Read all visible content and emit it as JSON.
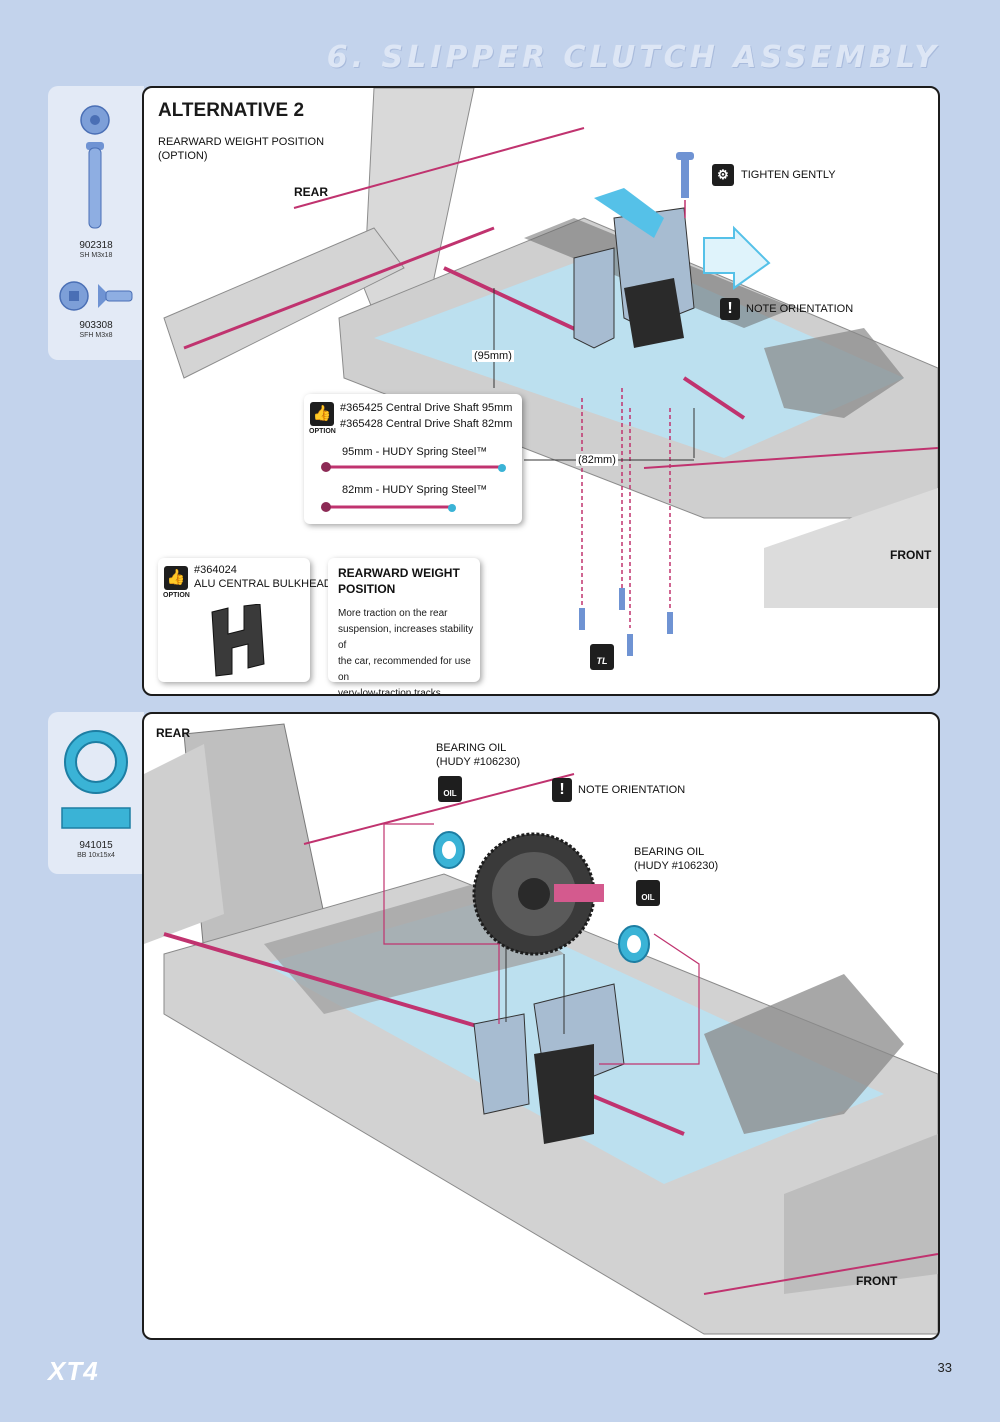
{
  "header": {
    "title": "6. SLIPPER CLUTCH ASSEMBLY"
  },
  "parts_top": [
    {
      "code": "902318",
      "desc": "SH M3x18"
    },
    {
      "code": "903308",
      "desc": "SFH M3x8"
    }
  ],
  "parts_bottom": [
    {
      "code": "941015",
      "desc": "BB 10x15x4"
    }
  ],
  "panel1": {
    "title": "ALTERNATIVE 2",
    "subtitle_line1": "REARWARD WEIGHT POSITION",
    "subtitle_line2": "(OPTION)",
    "rear_label": "REAR",
    "front_label": "FRONT",
    "tighten_label": "TIGHTEN GENTLY",
    "note_label": "NOTE ORIENTATION",
    "dim_95": "(95mm)",
    "dim_82": "(82mm)",
    "option_card": {
      "tag": "OPTION",
      "line1": "#365425 Central Drive Shaft 95mm",
      "line2": "#365428 Central Drive Shaft 82mm",
      "shaft1": "95mm - HUDY Spring Steel™",
      "shaft2": "82mm - HUDY Spring Steel™"
    },
    "bulkhead_card": {
      "tag": "OPTION",
      "code": "#364024",
      "name": "ALU CENTRAL BULKHEAD"
    },
    "weight_card": {
      "title_line1": "REARWARD WEIGHT",
      "title_line2": "POSITION",
      "body": [
        "More traction on the rear",
        "suspension, increases stability of",
        "the car, recommended for use on",
        "very-low-traction tracks."
      ]
    },
    "tl_label": "TL"
  },
  "panel2": {
    "rear_label": "REAR",
    "front_label": "FRONT",
    "oil_left_line1": "BEARING OIL",
    "oil_left_line2": "(HUDY #106230)",
    "oil_right_line1": "BEARING OIL",
    "oil_right_line2": "(HUDY #106230)",
    "note_label": "NOTE ORIENTATION",
    "oil_tag": "OIL"
  },
  "footer": {
    "logo": "XT4",
    "page_number": "33"
  },
  "colors": {
    "background": "#c3d3ec",
    "accent_pink": "#c0336f",
    "accent_blue": "#3ab3d6",
    "chassis_blue": "#b9e3f5"
  }
}
